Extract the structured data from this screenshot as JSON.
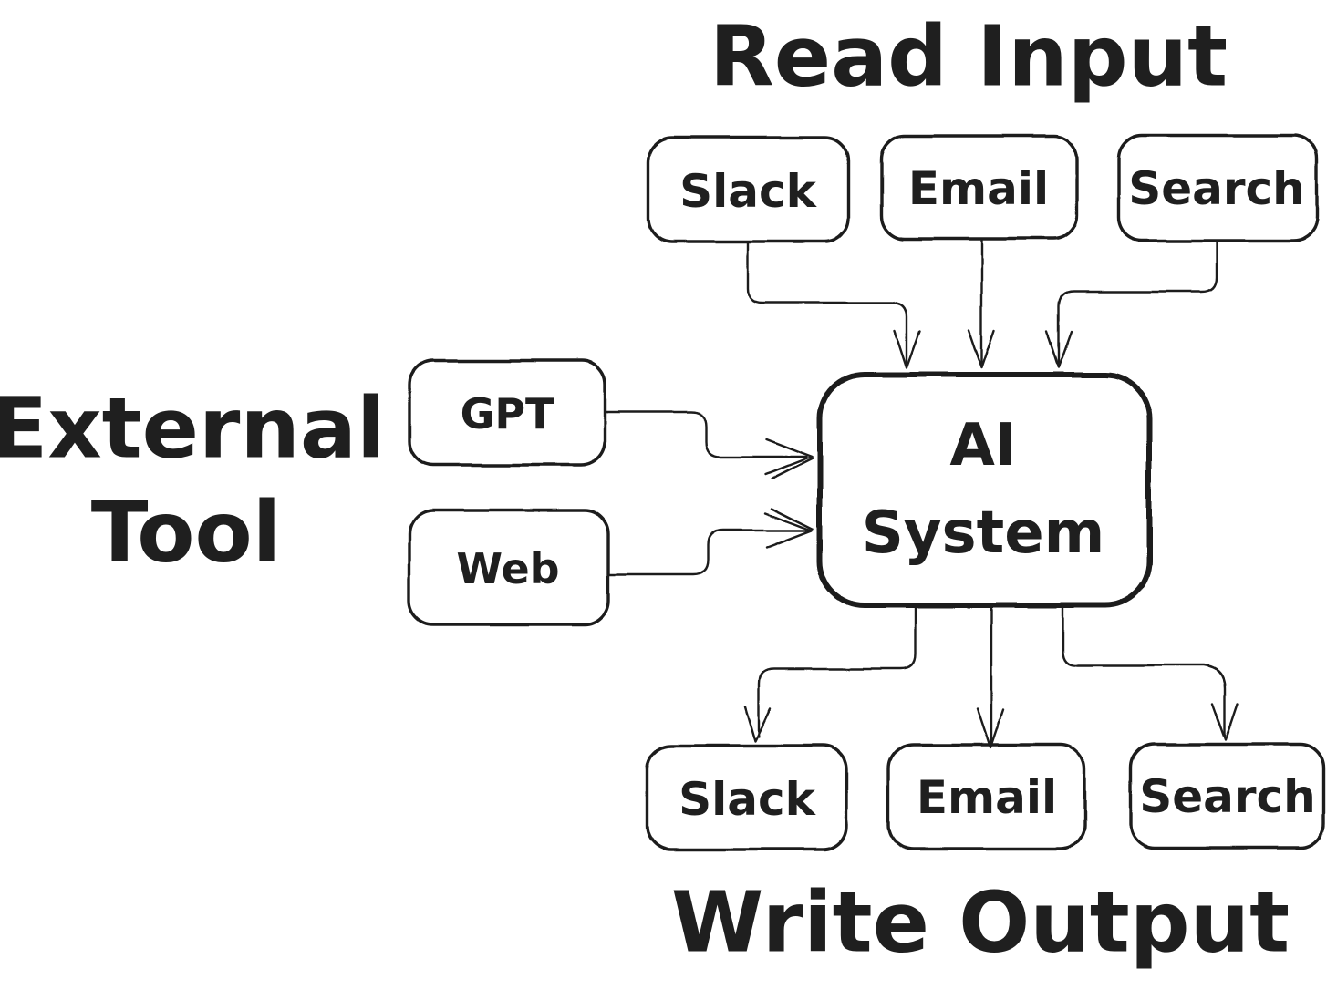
{
  "canvas": {
    "background": "#ffffff",
    "ink": "#1f1f1f"
  },
  "titles": {
    "read_input": "Read Input",
    "external_tool_line1": "External",
    "external_tool_line2": "Tool",
    "write_output": "Write Output"
  },
  "nodes": {
    "input_slack": "Slack",
    "input_email": "Email",
    "input_search": "Search",
    "tool_gpt": "GPT",
    "tool_web": "Web",
    "ai_line1": "AI",
    "ai_line2": "System",
    "output_slack": "Slack",
    "output_email": "Email",
    "output_search": "Search"
  }
}
